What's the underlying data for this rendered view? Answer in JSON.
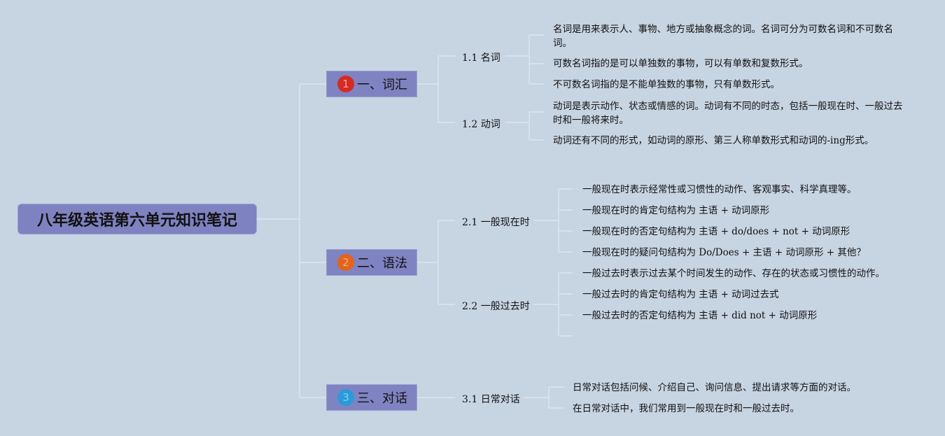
{
  "root": {
    "title": "八年级英语第六单元知识笔记"
  },
  "branches": [
    {
      "index": "1",
      "label": "一、词汇",
      "badge_color": "#d42b24",
      "subs": [
        {
          "label": "1.1 名词",
          "leaves": [
            "名词是用来表示人、事物、地方或抽象概念的词。名词可分为可数名词和不可数名词。",
            "可数名词指的是可以单独数的事物，可以有单数和复数形式。",
            "不可数名词指的是不能单独数的事物，只有单数形式。"
          ]
        },
        {
          "label": "1.2 动词",
          "leaves": [
            "动词是表示动作、状态或情感的词。动词有不同的时态，包括一般现在时、一般过去时和一般将来时。",
            "动词还有不同的形式，如动词的原形、第三人称单数形式和动词的-ing形式。"
          ]
        }
      ]
    },
    {
      "index": "2",
      "label": "二、语法",
      "badge_color": "#e4631c",
      "subs": [
        {
          "label": "2.1 一般现在时",
          "leaves": [
            "一般现在时表示经常性或习惯性的动作、客观事实、科学真理等。",
            "一般现在时的肯定句结构为 主语 + 动词原形",
            "一般现在时的否定句结构为 主语 + do/does + not + 动词原形",
            "一般现在时的疑问句结构为 Do/Does + 主语 + 动词原形 + 其他？"
          ]
        },
        {
          "label": "2.2 一般过去时",
          "leaves": [
            "一般过去时表示过去某个时间发生的动作、存在的状态或习惯性的动作。",
            "一般过去时的肯定句结构为 主语 + 动词过去式",
            "一般过去时的否定句结构为 主语 + did not + 动词原形"
          ]
        }
      ]
    },
    {
      "index": "3",
      "label": "三、对话",
      "badge_color": "#2a9ad8",
      "subs": [
        {
          "label": "3.1 日常对话",
          "leaves": [
            "日常对话包括问候、介绍自己、询问信息、提出请求等方面的对话。",
            "在日常对话中，我们常用到一般现在时和一般过去时。"
          ]
        }
      ]
    }
  ]
}
